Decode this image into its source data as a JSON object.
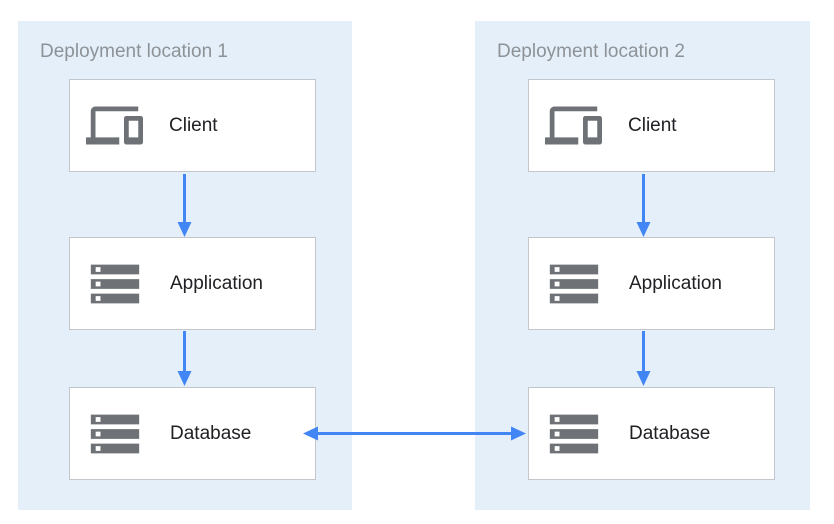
{
  "diagram": {
    "panels": [
      {
        "title": "Deployment location 1",
        "nodes": [
          {
            "label": "Client",
            "icon": "devices-icon"
          },
          {
            "label": "Application",
            "icon": "storage-icon"
          },
          {
            "label": "Database",
            "icon": "storage-icon"
          }
        ]
      },
      {
        "title": "Deployment location 2",
        "nodes": [
          {
            "label": "Client",
            "icon": "devices-icon"
          },
          {
            "label": "Application",
            "icon": "storage-icon"
          },
          {
            "label": "Database",
            "icon": "storage-icon"
          }
        ]
      }
    ],
    "connections": [
      {
        "from": "client-1",
        "to": "application-1",
        "direction": "down"
      },
      {
        "from": "application-1",
        "to": "database-1",
        "direction": "down"
      },
      {
        "from": "client-2",
        "to": "application-2",
        "direction": "down"
      },
      {
        "from": "application-2",
        "to": "database-2",
        "direction": "down"
      },
      {
        "from": "database-1",
        "to": "database-2",
        "direction": "bidirectional"
      }
    ],
    "colors": {
      "panel_background": "#E5EFFA",
      "node_background": "#FFFFFF",
      "node_border": "#C3C7CB",
      "title_text": "#8D9296",
      "label_text": "#202124",
      "icon": "#6E7276",
      "arrow": "#4285F4"
    }
  }
}
